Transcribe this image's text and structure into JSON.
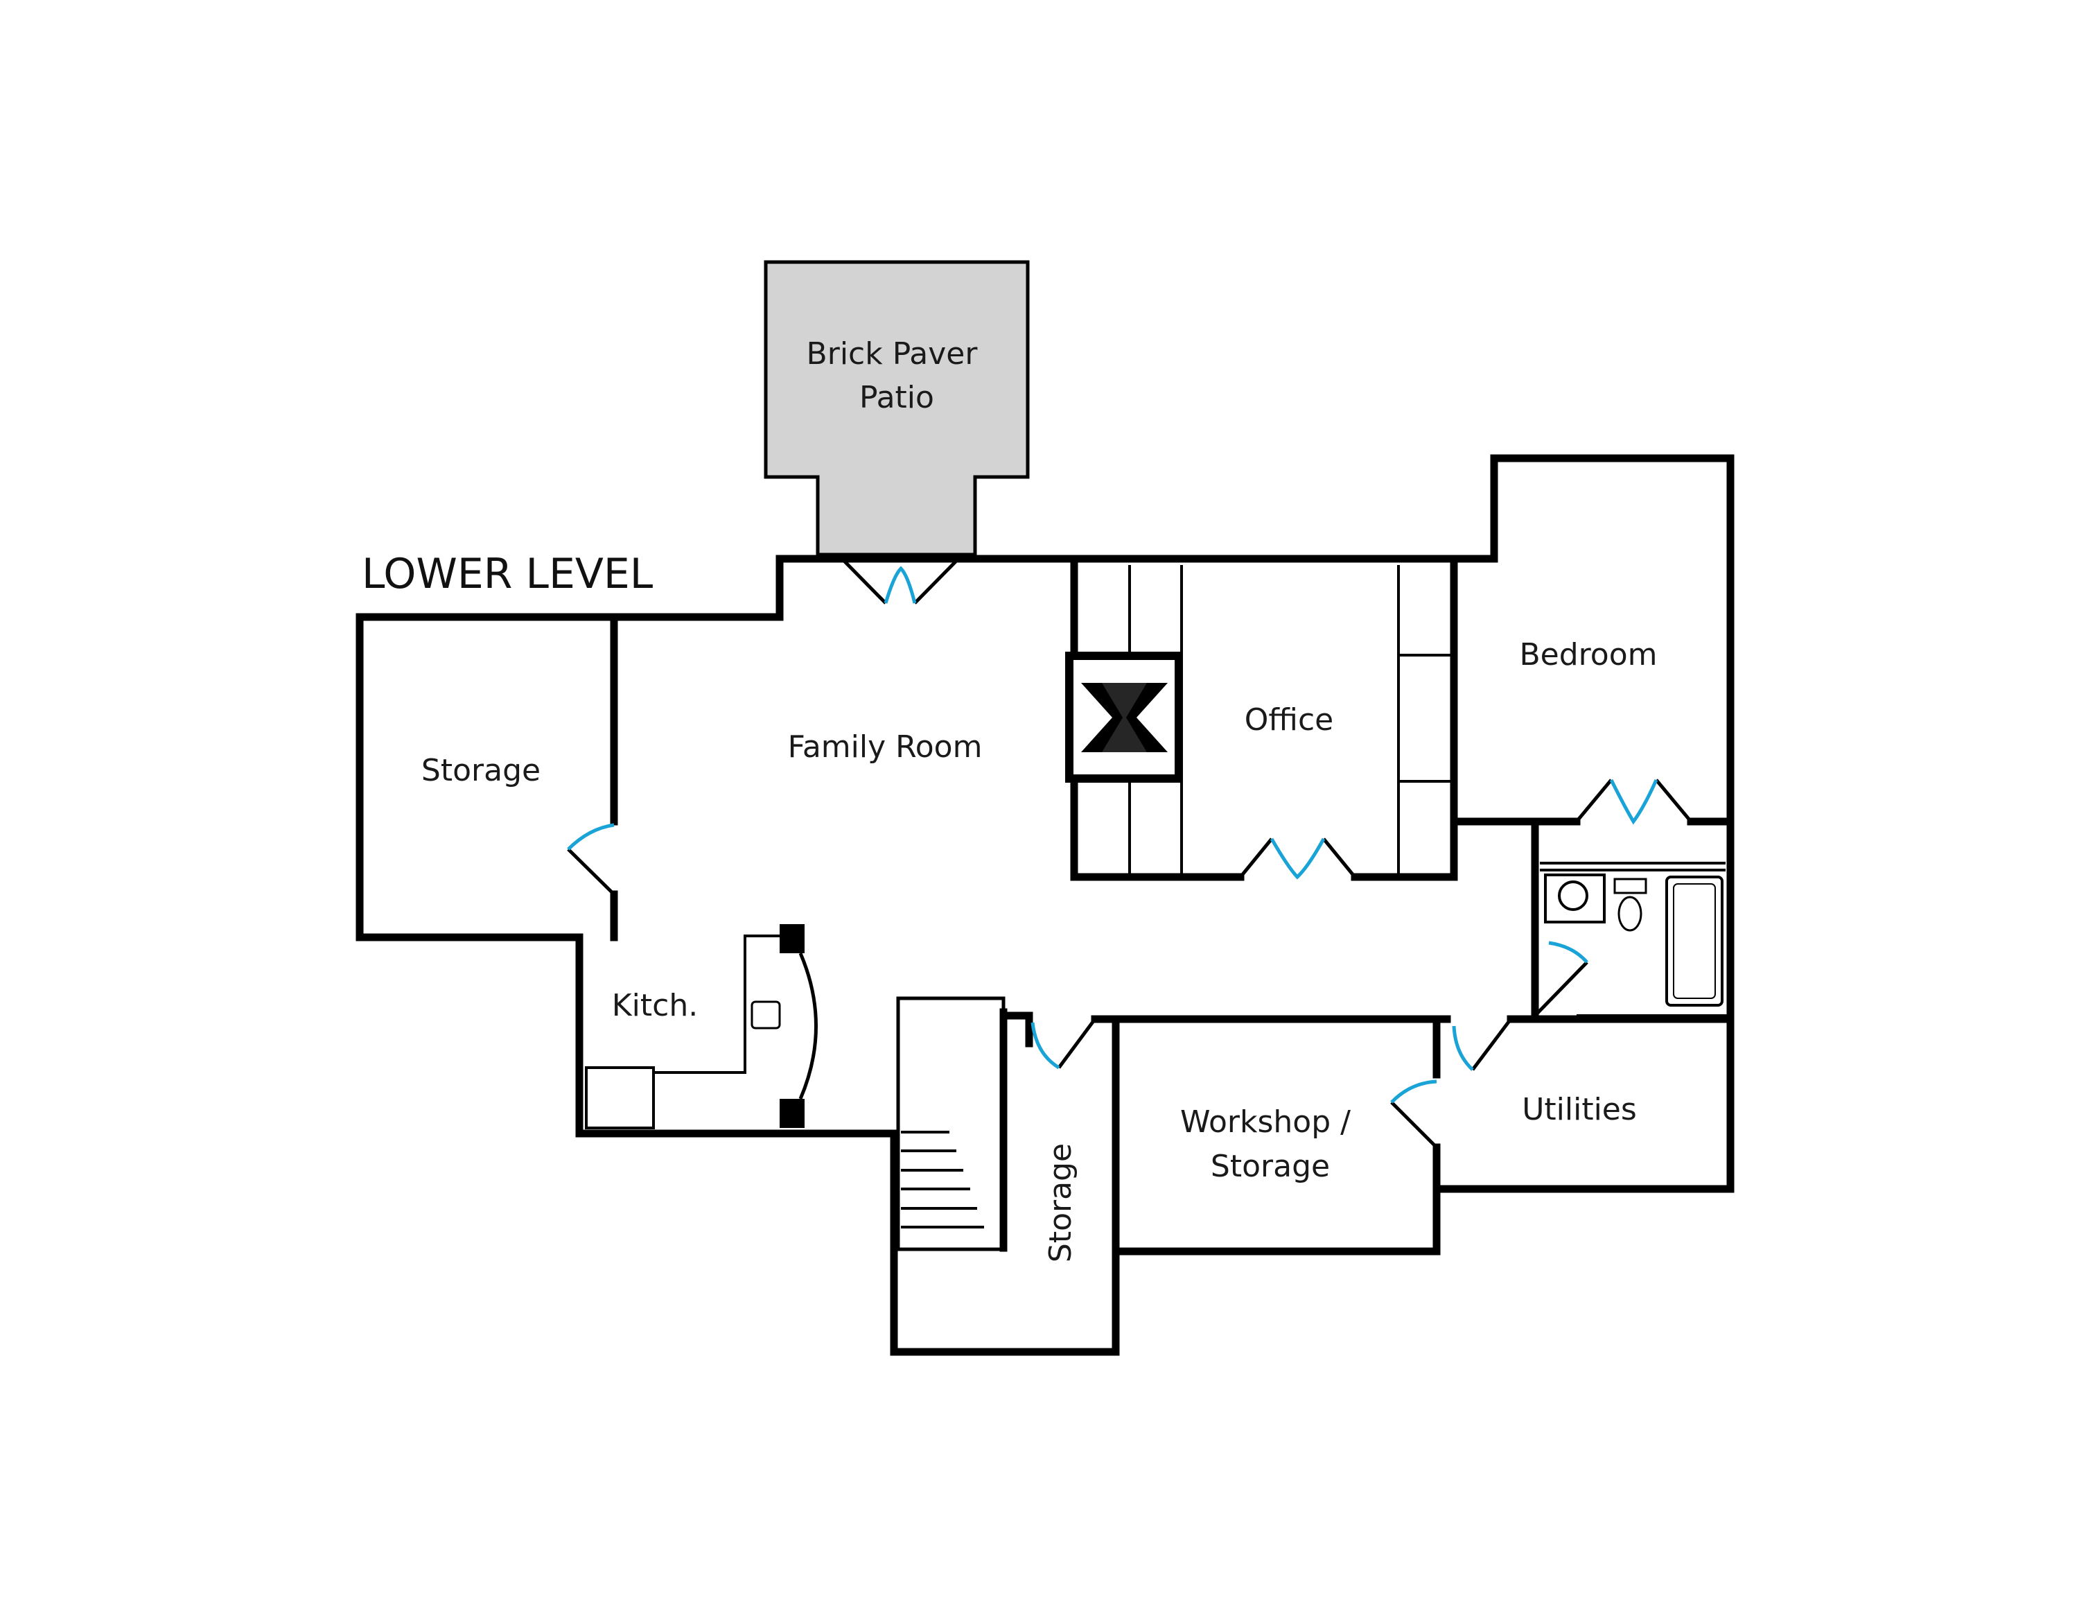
{
  "plan": {
    "title": "LOWER LEVEL",
    "rooms": {
      "patio": [
        "Brick Paver",
        "Patio"
      ],
      "family_room": "Family Room",
      "storage_west": "Storage",
      "office": "Office",
      "bedroom": "Bedroom",
      "kitchen": "Kitch.",
      "storage_stair": "Storage",
      "workshop": [
        "Workshop /",
        "Storage"
      ],
      "utilities": "Utilities"
    },
    "colors": {
      "wall": "#000000",
      "patio_fill": "#d3d3d3",
      "door_swing": "#1aa3d6",
      "background": "#ffffff"
    }
  }
}
